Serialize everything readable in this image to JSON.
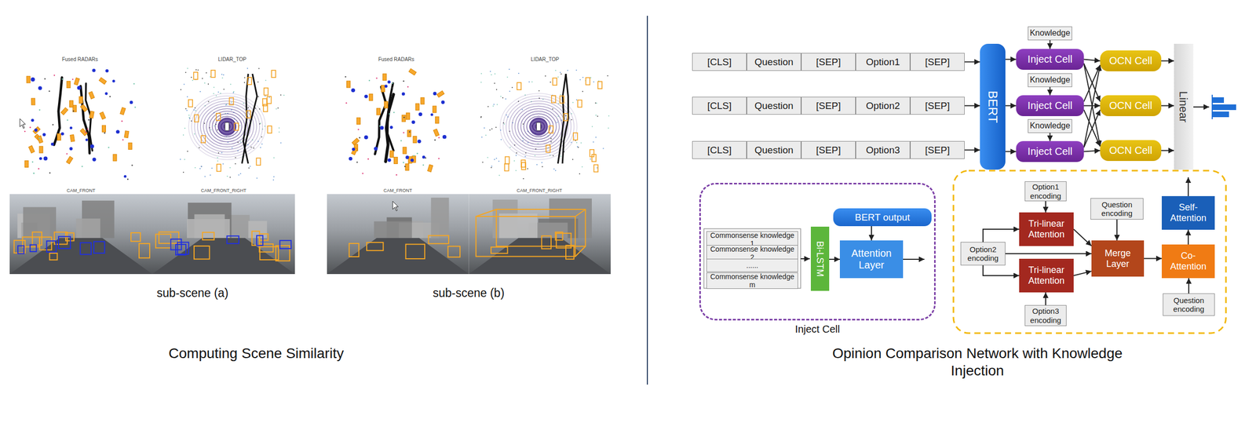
{
  "diagram": {
    "nodes": [
      {
        "text": [
          "[CLS]"
        ]
      },
      {
        "text": [
          "Question"
        ]
      },
      {
        "text": [
          "[SEP]"
        ]
      },
      {
        "text": [
          "Option1"
        ]
      },
      {
        "text": [
          "[SEP]"
        ]
      },
      {
        "text": [
          "[CLS]"
        ]
      },
      {
        "text": [
          "Question"
        ]
      },
      {
        "text": [
          "[SEP]"
        ]
      },
      {
        "text": [
          "Option2"
        ]
      },
      {
        "text": [
          "[SEP]"
        ]
      },
      {
        "text": [
          "[CLS]"
        ]
      },
      {
        "text": [
          "Question"
        ]
      },
      {
        "text": [
          "[SEP]"
        ]
      },
      {
        "text": [
          "Option3"
        ]
      },
      {
        "text": [
          "[SEP]"
        ]
      },
      {
        "text": [
          "BERT"
        ]
      },
      {
        "text": [
          "Knowledge"
        ]
      },
      {
        "text": [
          "Inject Cell"
        ]
      },
      {
        "text": [
          "Knowledge"
        ]
      },
      {
        "text": [
          "Inject Cell"
        ]
      },
      {
        "text": [
          "Knowledge"
        ]
      },
      {
        "text": [
          "Inject Cell"
        ]
      },
      {
        "text": [
          "OCN Cell"
        ]
      },
      {
        "text": [
          "OCN Cell"
        ]
      },
      {
        "text": [
          "OCN Cell"
        ]
      },
      {
        "text": [
          "Linear"
        ]
      },
      {
        "text": [
          "Inject Cell"
        ]
      },
      {
        "text": [
          "Commonsense knowledge 1"
        ],
        "in": 26
      },
      {
        "text": [
          "Commonsense knowledge 2"
        ],
        "in": 26
      },
      {
        "text": [
          "......"
        ],
        "in": 26
      },
      {
        "text": [
          "Commonsense knowledge m"
        ],
        "in": 26
      },
      {
        "text": [
          "Bi-LSTM"
        ],
        "in": 26
      },
      {
        "text": [
          "BERT output"
        ],
        "in": 26
      },
      {
        "text": [
          "Attention Layer"
        ],
        "in": 26
      },
      {
        "text": [
          "Option1 encoding"
        ]
      },
      {
        "text": [
          "Tri-linear Attention"
        ]
      },
      {
        "text": [
          "Question encoding"
        ]
      },
      {
        "text": [
          "Option2 encoding"
        ]
      },
      {
        "text": [
          "Merge Layer"
        ]
      },
      {
        "text": [
          "Tri-linear Attention"
        ]
      },
      {
        "text": [
          "Option3 encoding"
        ]
      },
      {
        "text": [
          "Self-Attention"
        ]
      },
      {
        "text": [
          "Co-Attention"
        ]
      },
      {
        "text": [
          "Question encoding"
        ]
      }
    ],
    "edges": [
      {
        "from": 4,
        "to": 15,
        "arrow": "to"
      },
      {
        "from": 9,
        "to": 15,
        "arrow": "to"
      },
      {
        "from": 14,
        "to": 15,
        "arrow": "to"
      },
      {
        "from": 15,
        "to": 17,
        "arrow": "to"
      },
      {
        "from": 15,
        "to": 19,
        "arrow": "to"
      },
      {
        "from": 15,
        "to": 21,
        "arrow": "to"
      },
      {
        "from": 16,
        "to": 17,
        "arrow": "to"
      },
      {
        "from": 18,
        "to": 19,
        "arrow": "to"
      },
      {
        "from": 20,
        "to": 21,
        "arrow": "to"
      },
      {
        "from": 17,
        "to": 22,
        "arrow": "to"
      },
      {
        "from": 17,
        "to": 23,
        "arrow": "to"
      },
      {
        "from": 17,
        "to": 24,
        "arrow": "to"
      },
      {
        "from": 19,
        "to": 22,
        "arrow": "to"
      },
      {
        "from": 19,
        "to": 23,
        "arrow": "to"
      },
      {
        "from": 19,
        "to": 24,
        "arrow": "to"
      },
      {
        "from": 21,
        "to": 22,
        "arrow": "to"
      },
      {
        "from": 21,
        "to": 23,
        "arrow": "to"
      },
      {
        "from": 21,
        "to": 24,
        "arrow": "to"
      },
      {
        "from": 22,
        "to": 25,
        "arrow": "to"
      },
      {
        "from": 23,
        "to": 25,
        "arrow": "to"
      },
      {
        "from": 24,
        "to": 25,
        "arrow": "to"
      },
      {
        "from": 31,
        "to": 33,
        "arrow": "to"
      },
      {
        "from": 32,
        "to": 33,
        "arrow": "to"
      },
      {
        "from": 34,
        "to": 35,
        "arrow": "to"
      },
      {
        "from": 37,
        "to": 35,
        "arrow": "to"
      },
      {
        "from": 37,
        "to": 38,
        "arrow": "to"
      },
      {
        "from": 37,
        "to": 39,
        "arrow": "to"
      },
      {
        "from": 40,
        "to": 39,
        "arrow": "to"
      },
      {
        "from": 35,
        "to": 38,
        "arrow": "to"
      },
      {
        "from": 39,
        "to": 38,
        "arrow": "to"
      },
      {
        "from": 36,
        "to": 38,
        "arrow": "to"
      },
      {
        "from": 38,
        "to": 42,
        "arrow": "to"
      },
      {
        "from": 43,
        "to": 42,
        "arrow": "to"
      },
      {
        "from": 42,
        "to": 41,
        "arrow": "to"
      }
    ],
    "labels": [
      "Fused RADARs",
      "LIDAR_TOP",
      "CAM_FRONT",
      "CAM_FRONT_RIGHT",
      "sub-scene (a)",
      "Fused RADARs",
      "LIDAR_TOP",
      "CAM_FRONT",
      "CAM_FRONT_RIGHT",
      "sub-scene (b)",
      "Computing Scene Similarity",
      "Opinion Comparison Network with Knowledge Injection"
    ]
  }
}
